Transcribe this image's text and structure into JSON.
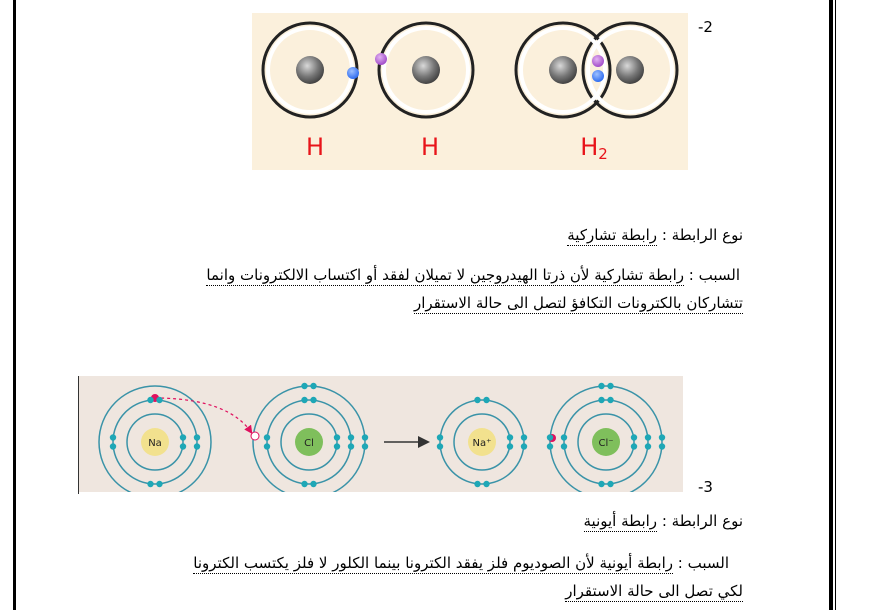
{
  "q2": {
    "number": "-2",
    "figure": {
      "labels": {
        "h_left": "H",
        "h_right": "H",
        "h2": "H",
        "h2_subscript": "2"
      }
    },
    "bond_type": {
      "label": "نوع الرابطة :",
      "answer": "رابطة تشاركية"
    },
    "reason": {
      "label": "السبب :",
      "line1": "رابطة تشاركية لأن ذرتا الهيدروجين لا تميلان لفقد أو اكتساب الالكترونات وانما",
      "line2": "تتشاركان بالكترونات التكافؤ لتصل الى حالة الاستقرار"
    }
  },
  "q3": {
    "number": "-3",
    "figure": {
      "labels": {
        "na": "Na",
        "cl": "Cl",
        "na_ion": "Na⁺",
        "cl_ion": "Cl⁻"
      }
    },
    "bond_type": {
      "label": "نوع الرابطة :",
      "answer": "رابطة أيونية"
    },
    "reason": {
      "label": "السبب :",
      "line1": "رابطة أيونية  لأن الصوديوم  فلز يفقد الكترونا بينما الكلور لا فلز يكتسب الكترونا",
      "line2": "لكي تصل الى حالة الاستقرار"
    }
  },
  "colors": {
    "h_label": "#e8141a",
    "electron_purple": "#b15cd1",
    "electron_blue": "#3d7bf3",
    "electron_teal": "#1ea7b6",
    "transfer_pink": "#e0105e",
    "nucleus_na": "#f2e18e",
    "nucleus_cl": "#7fbf5c"
  }
}
